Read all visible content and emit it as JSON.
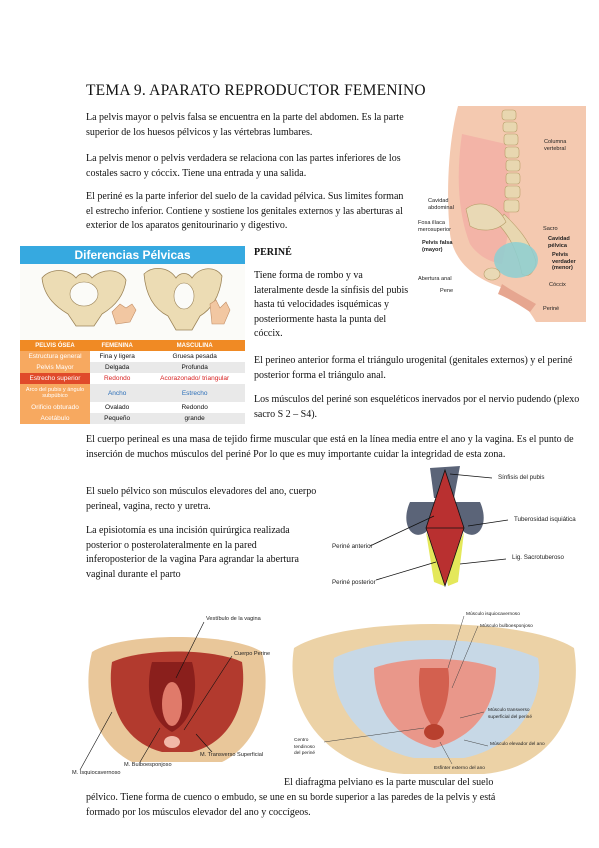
{
  "title": "TEMA 9. APARATO REPRODUCTOR FEMENINO",
  "paragraphs": {
    "p1": "La pelvis mayor o pelvis falsa se encuentra en la parte del abdomen. Es la parte superior de los huesos pélvicos y las vértebras lumbares.",
    "p2": "La pelvis menor o pelvis verdadera se relaciona con las partes inferiores de los costales sacro y cóccix. Tiene una entrada y una salida.",
    "p3": "El periné es la parte inferior del suelo de la cavidad pélvica. Sus limites forman el estrecho inferior. Contiene y sostiene los genitales externos y las aberturas al exterior de los aparatos genitourinario y digestivo.",
    "perine_heading": "PERINÉ",
    "p4": "Tiene forma de rombo y va lateralmente desde la sínfisis del pubis hasta tú velocidades isquémicas y posteriormente hasta la punta del cóccix.",
    "p5": "El perineo anterior forma el triángulo urogenital (genitales externos) y el periné posterior forma el triángulo anal.",
    "p6": "Los músculos del periné son esqueléticos inervados por el nervio pudendo (plexo sacro S 2 – S4).",
    "p7": "El cuerpo perineal es una masa de tejido firme muscular que está en la línea media entre el ano y la vagina. Es el punto de inserción de muchos músculos del periné Por lo que es muy importante cuidar la integridad de esta zona.",
    "p8": "El suelo pélvico son músculos elevadores del ano, cuerpo perineal, vagina, recto y uretra.",
    "p9": "La episiotomía es una incisión quirúrgica realizada posterior o posterolateralmente en la pared inferoposterior de la vagina Para agrandar la abertura vaginal durante el parto",
    "p10a": "El diafragma pelviano es la parte muscular del suelo",
    "p10b": "pélvico. Tiene forma de cuenco o embudo, se une en su borde superior a las paredes de la pelvis y está formado por los músculos elevador del ano y coccígeos."
  },
  "pelvis_figure": {
    "labels": {
      "columna": "Columna\nvertebral",
      "cavidad_abdominal": "Cavidad\nabdominal",
      "fosa_iliaca": "Fosa ilíaca\nmerosuperior",
      "pelvis_falsa": "Pelvis falsa\n(mayor)",
      "abertura_anal": "Abertura anal",
      "pene": "Pene",
      "sacro": "Sacro",
      "cavidad_pelvica": "Cavidad\npélvica",
      "pelvis_verdadera": "Pelvis\nverdader\n(menor)",
      "coccix": "Cóccix",
      "perine": "Periné"
    }
  },
  "diferencias": {
    "heading": "Diferencias Pélvicas",
    "columns": [
      "PELVIS ÓSEA",
      "FEMENINA",
      "MASCULINA"
    ],
    "rows": [
      [
        "Estructura general",
        "Fina y ligera",
        "Gruesa pesada"
      ],
      [
        "Pelvis Mayor",
        "Delgada",
        "Profunda"
      ],
      [
        "Estrecho superior",
        "Redondo",
        "Acorazonado/ triangular"
      ],
      [
        "Arco del pubis y ángulo subpúbico",
        "Ancho",
        "Estrecho"
      ],
      [
        "Orificio obturado",
        "Ovalado",
        "Redondo"
      ],
      [
        "Acetábulo",
        "Pequeño",
        "grande"
      ]
    ]
  },
  "diamond_figure": {
    "labels": {
      "sinfisis": "Sínfisis del pubis",
      "tuberosidad": "Tuberosidad isquiática",
      "lig": "Lig. Sacrotuberoso",
      "perine_anterior": "Periné anterior",
      "perine_posterior": "Periné posterior"
    }
  },
  "muscle_figure_left": {
    "labels": {
      "vestibulo": "Vestíbulo de la vagina",
      "cuerpo_perineal": "Cuerpo Perine",
      "bulboesponjoso": "M. Bulboesponjoso",
      "transverso": "M. Transverso Superficial",
      "isquiocavernoso": "M. Isquiocavernoso"
    }
  },
  "muscle_figure_right": {
    "labels": {
      "l1": "Músculo isquiocavernoso",
      "l2": "Músculo bulboesponjoso",
      "l3": "Músculo transverso\nsuperficial del periné",
      "l4": "Músculo elevador del ano",
      "l5": "Esfínter externo del ano",
      "l6": "Centro\ntendinoso\ndel periné"
    }
  }
}
